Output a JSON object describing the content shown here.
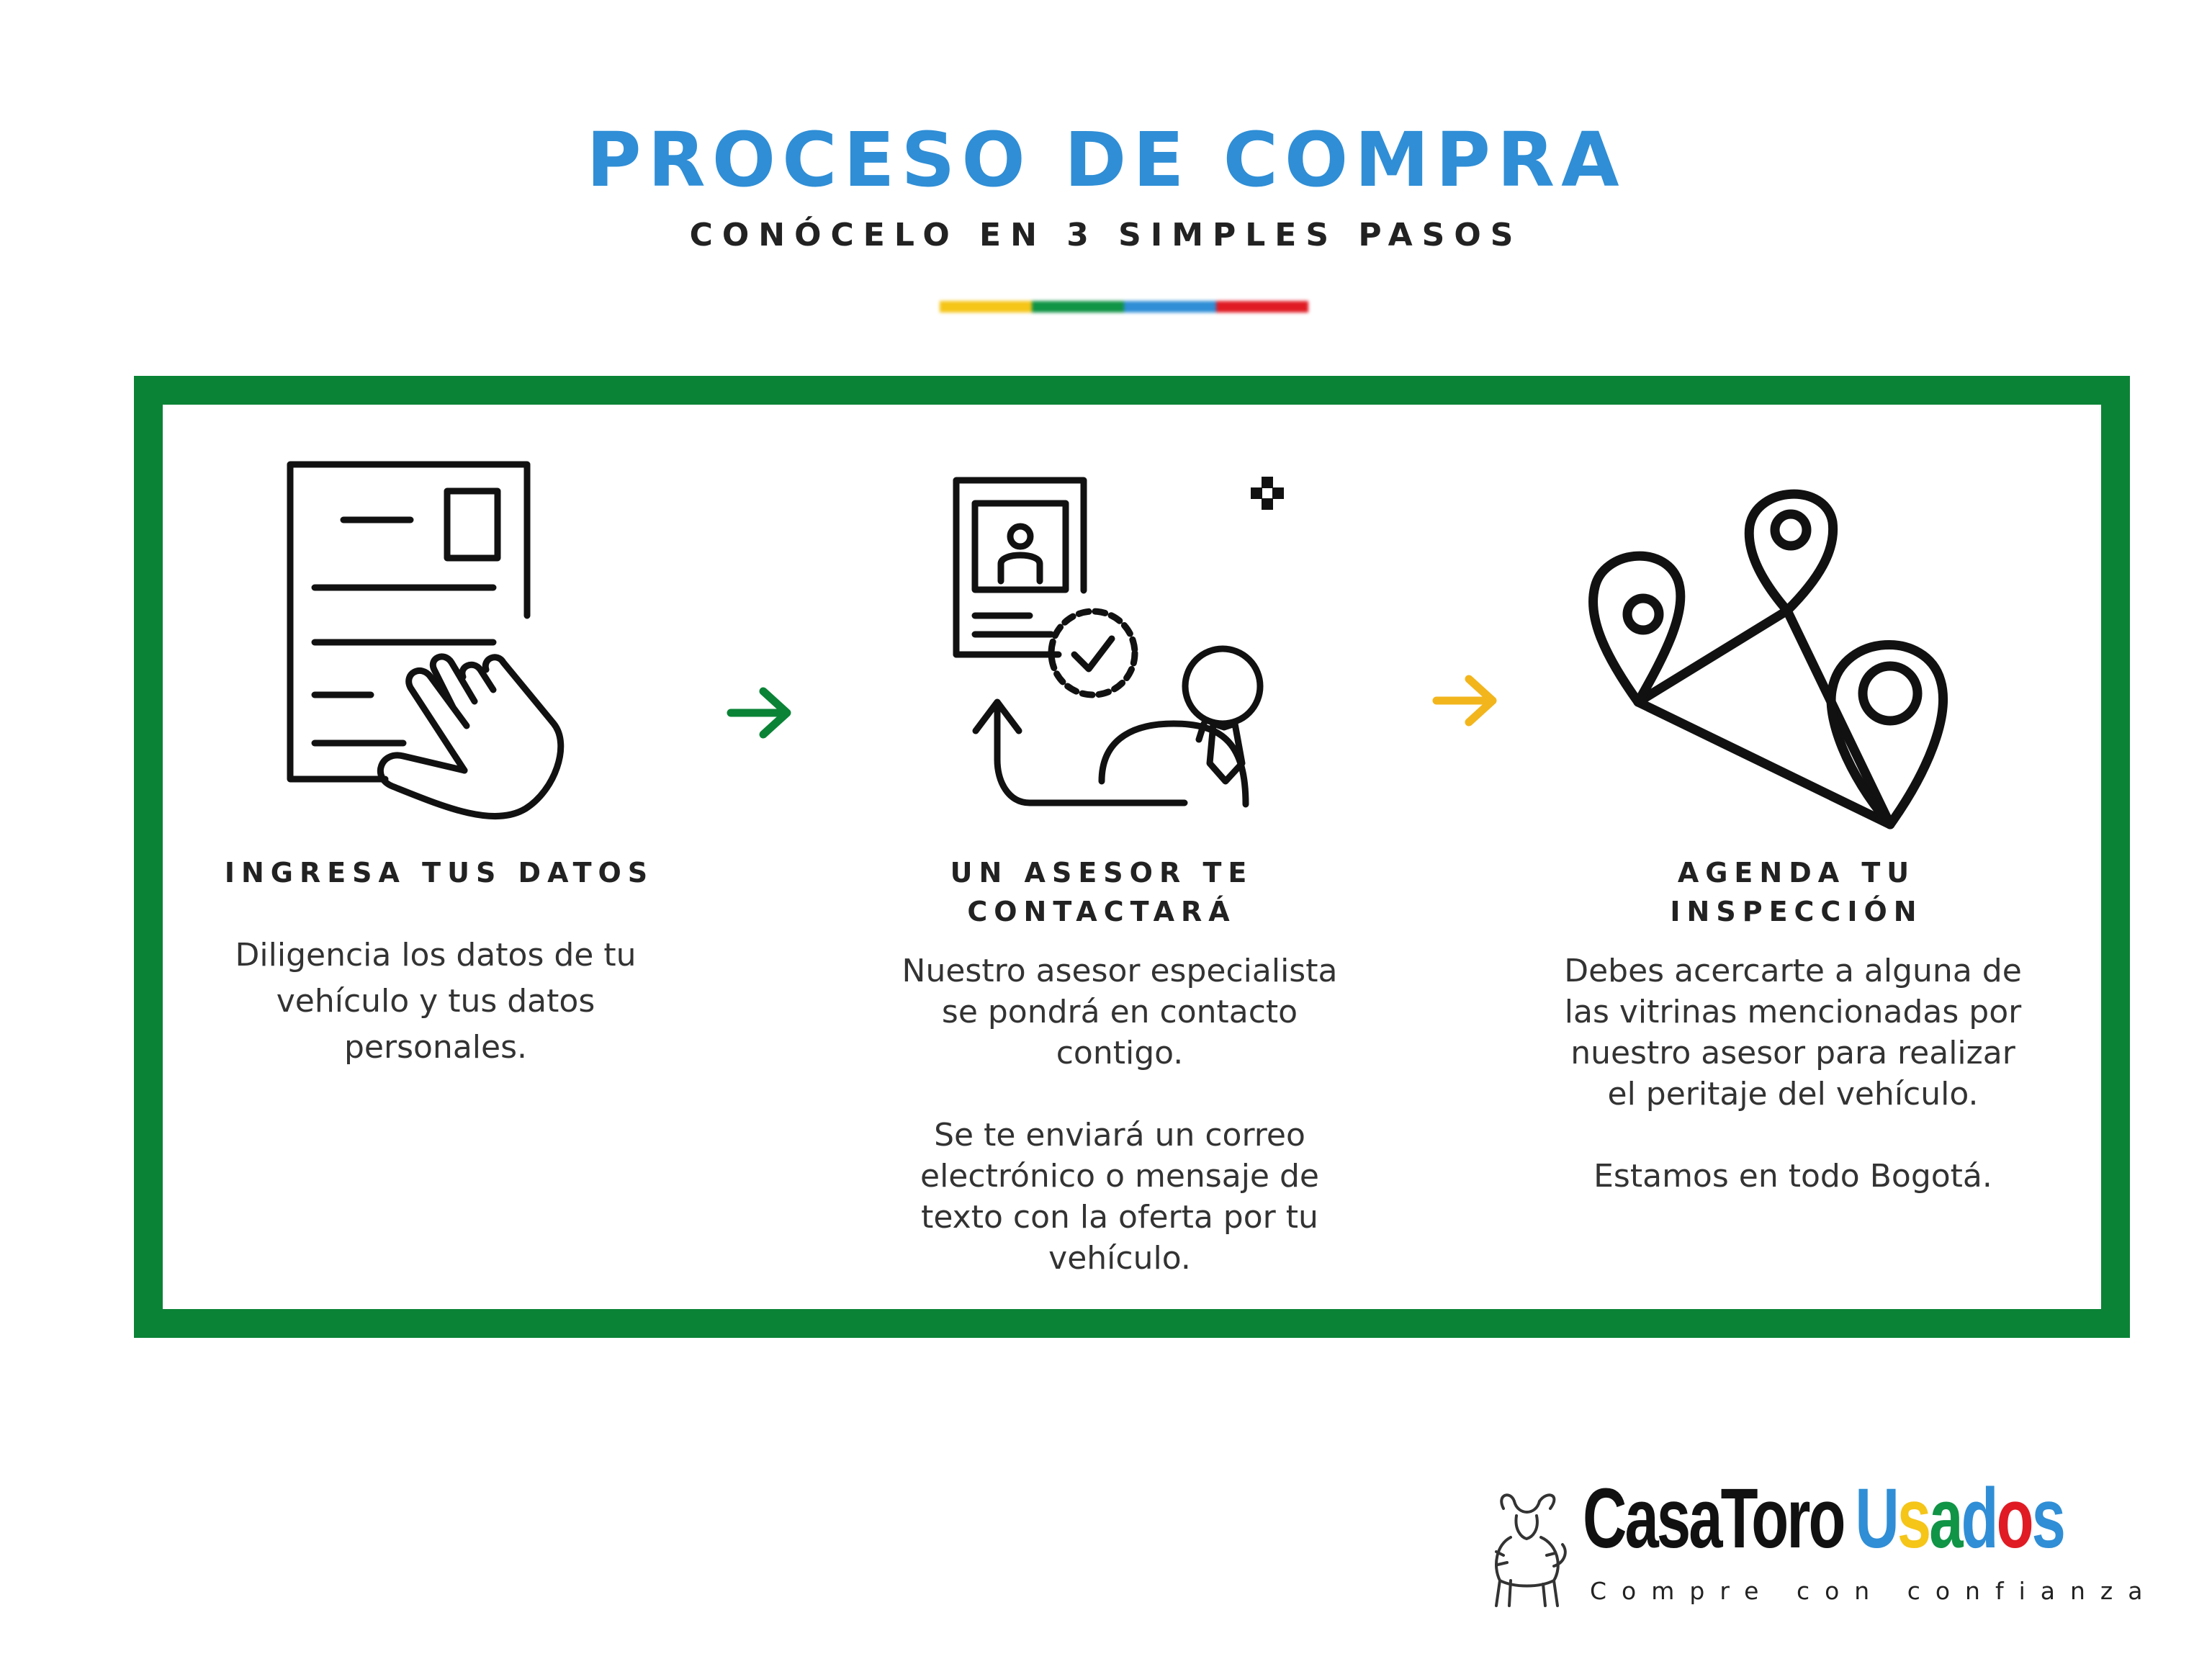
{
  "header": {
    "title": "PROCESO DE COMPRA",
    "subtitle": "CONÓCELO EN 3 SIMPLES PASOS",
    "bar_colors": [
      "#f5c518",
      "#109446",
      "#2f8ed6",
      "#e01b24"
    ]
  },
  "colors": {
    "frame": "#0a8336",
    "arrow_1": "#0a8336",
    "arrow_2": "#f2b51c",
    "title": "#2f8ed6"
  },
  "steps": [
    {
      "icon": "form-hand-pointer-icon",
      "title": "INGRESA TUS DATOS",
      "body": [
        "Diligencia los datos de tu vehículo y tus datos personales."
      ]
    },
    {
      "icon": "advisor-contact-icon",
      "title": "UN ASESOR TE CONTACTARÁ",
      "body": [
        "Nuestro asesor especialista se pondrá en contacto contigo.",
        "Se te enviará un correo electrónico o mensaje de texto con la oferta por tu vehículo."
      ]
    },
    {
      "icon": "map-pins-route-icon",
      "title": "AGENDA TU INSPECCIÓN",
      "body": [
        "Debes acercarte a alguna de las vitrinas mencionadas por nuestro asesor para realizar el peritaje del vehículo.",
        "Estamos en todo Bogotá."
      ]
    }
  ],
  "arrows": [
    "arrow-right-icon",
    "arrow-right-icon"
  ],
  "logo": {
    "brand_part1": "CasaToro",
    "brand_part2_letters": [
      "U",
      "s",
      "a",
      "d",
      "o",
      "s"
    ],
    "brand_part2_colors": [
      "#2f8ed6",
      "#f5c518",
      "#109446",
      "#2f8ed6",
      "#e01b24",
      "#2f8ed6"
    ],
    "tagline": "Compre con confianza",
    "emblem": "bull-icon"
  }
}
